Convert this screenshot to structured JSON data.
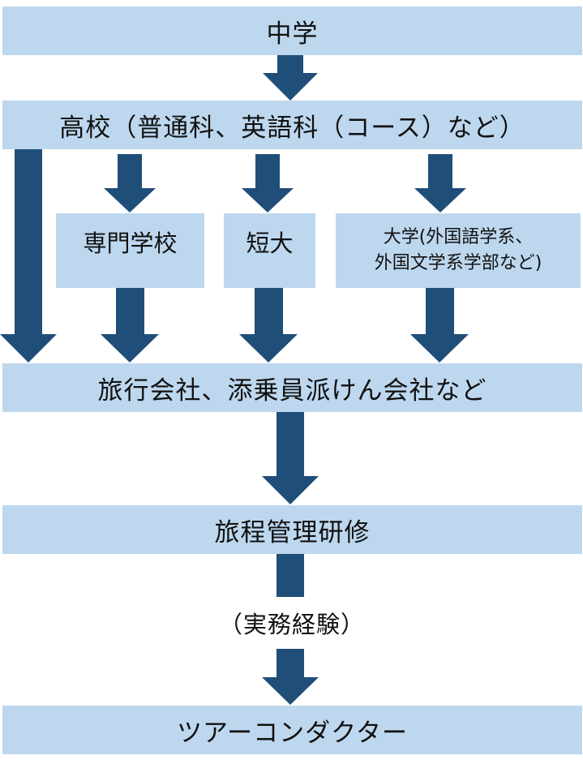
{
  "nodes": {
    "junior_high": "中学",
    "high_school": "高校（普通科、英語科（コース）など）",
    "vocational_school": "専門学校",
    "junior_college": "短大",
    "university_line1": "大学(外国語学系、",
    "university_line2": "外国文学系学部など)",
    "travel_agency": "旅行会社、添乗員派けん会社など",
    "itinerary_training": "旅程管理研修",
    "practical_experience": "（実務経験）",
    "tour_conductor": "ツアーコンダクター"
  },
  "colors": {
    "box_fill": "#bdd7ee",
    "arrow_fill": "#1f4e79"
  }
}
